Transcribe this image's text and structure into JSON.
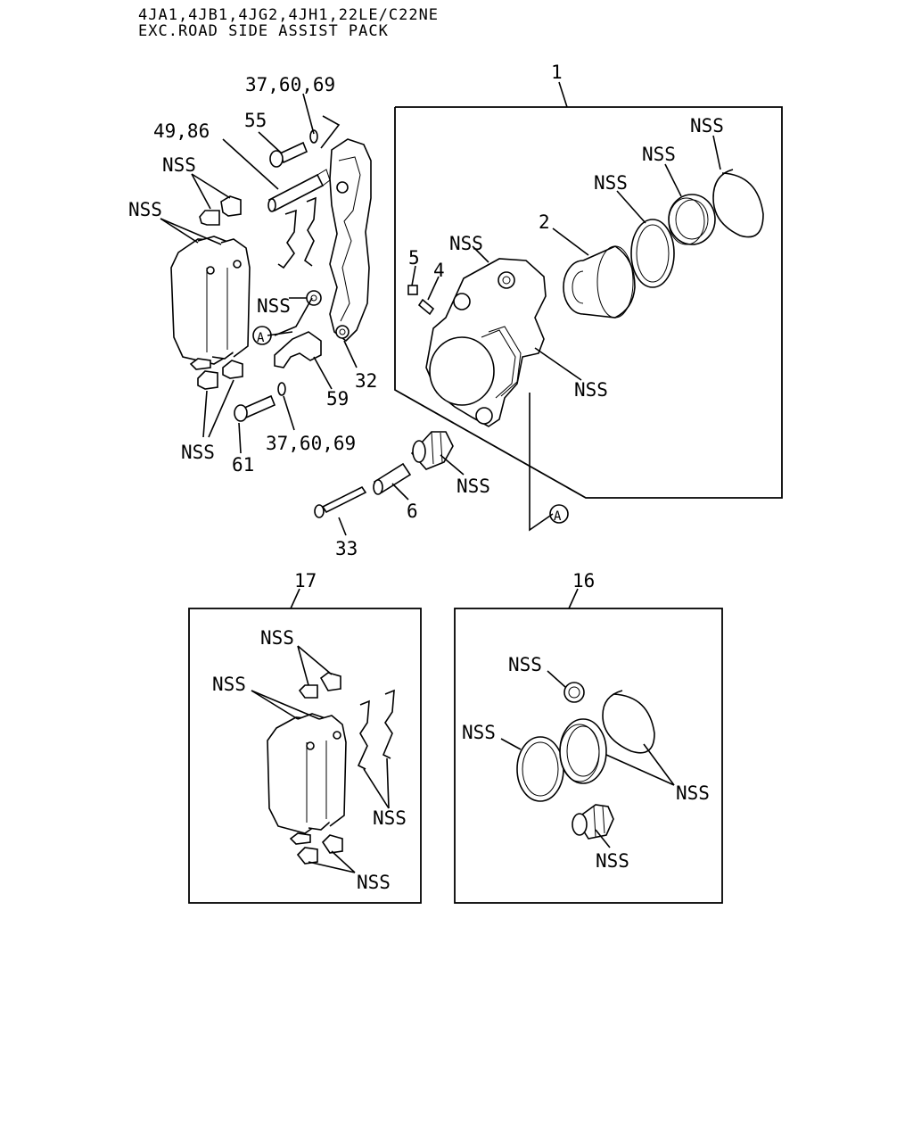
{
  "header": {
    "line1": "4JA1,4JB1,4JG2,4JH1,22LE/C22NE",
    "line2": "EXC.ROAD SIDE ASSIST PACK"
  },
  "callouts": {
    "c_37_60_69_top": "37,60,69",
    "c_55": "55",
    "c_49_86": "49,86",
    "c_nss_clips_top": "NSS",
    "c_nss_pads": "NSS",
    "c_nss_bracket": "NSS",
    "c_a_left": "A",
    "c_32": "32",
    "c_59": "59",
    "c_61": "61",
    "c_37_60_69_bottom": "37,60,69",
    "c_nss_clips_bottom": "NSS",
    "c_33": "33",
    "c_6": "6",
    "c_1": "1",
    "c_nss_caliper": "NSS",
    "c_5": "5",
    "c_4": "4",
    "c_2": "2",
    "c_nss_seal": "NSS",
    "c_nss_dustseal": "NSS",
    "c_nss_ring": "NSS",
    "c_nss_body": "NSS",
    "c_nss_boot": "NSS",
    "c_a_right": "A",
    "c_17": "17",
    "c_16": "16",
    "k17_nss_clips_top": "NSS",
    "k17_nss_pads": "NSS",
    "k17_nss_shims": "NSS",
    "k17_nss_clips_bottom": "NSS",
    "k16_nss_bleeder_cap": "NSS",
    "k16_nss_seal": "NSS",
    "k16_nss_rings": "NSS",
    "k16_nss_boot": "NSS"
  }
}
